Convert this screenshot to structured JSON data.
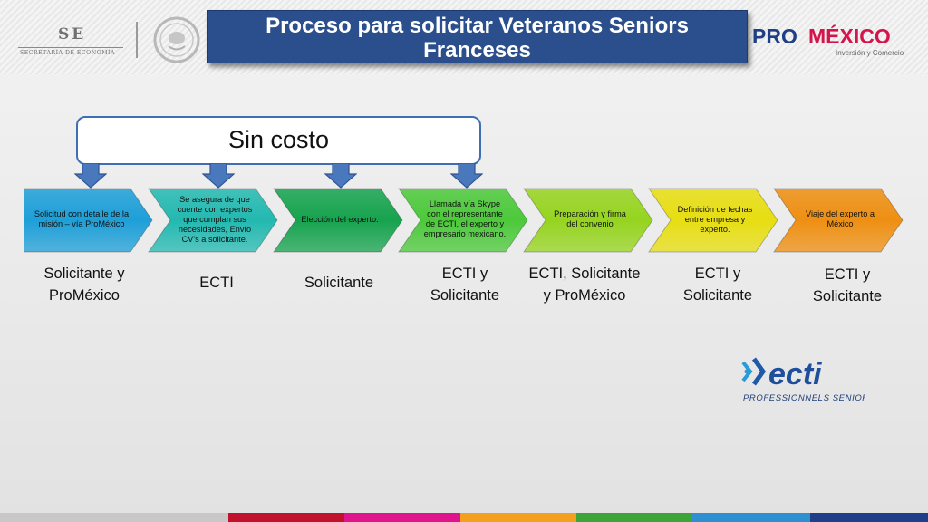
{
  "header": {
    "se_logo": {
      "abbr": "SE",
      "name": "SECRETARÍA DE ECONOMÍA"
    },
    "title_line1": "Proceso para solicitar Veteranos Seniors",
    "title_line2": "Franceses",
    "promexico_logo": {
      "pro": "PRO",
      "mexico": "MÉXICO",
      "tagline": "Inversión y Comercio"
    }
  },
  "cost_label": "Sin costo",
  "steps": [
    {
      "text": "Solicitud con detalle de la misión – vía ProMéxico",
      "color": "#1e9fd8"
    },
    {
      "text": "Se asegura de que cuente con expertos que cumplan sus necesidades, Envío CV's a solicitante.",
      "color": "#23b9b0"
    },
    {
      "text": "Elección del experto.",
      "color": "#16a34e"
    },
    {
      "text": "Llamada vía Skype con el representante de ECTI, el experto y empresario mexicano.",
      "color": "#4cc93a"
    },
    {
      "text": "Preparación y firma del   convenio",
      "color": "#96d41f"
    },
    {
      "text": "Definición de fechas entre empresa y experto.",
      "color": "#e7de12"
    },
    {
      "text": "Viaje del experto a México",
      "color": "#ee8f12"
    }
  ],
  "responsibles": [
    {
      "line1": "Solicitante y",
      "line2": "ProMéxico"
    },
    {
      "line1": "ECTI",
      "line2": ""
    },
    {
      "line1": "Solicitante",
      "line2": ""
    },
    {
      "line1": "ECTI y",
      "line2": "Solicitante"
    },
    {
      "line1": "ECTI, Solicitante",
      "line2": "y ProMéxico"
    },
    {
      "line1": "ECTI y",
      "line2": "Solicitante"
    },
    {
      "line1": "ECTI y",
      "line2": "Solicitante"
    }
  ],
  "ecti_logo": {
    "name": "ecti",
    "tagline": "PROFESSIONNELS SENIORS"
  },
  "bottom_bar_colors": [
    "#c8c8c8",
    "#c0122d",
    "#e0148c",
    "#f2a01e",
    "#3da43a",
    "#2e8fd1",
    "#1f3f8a"
  ]
}
